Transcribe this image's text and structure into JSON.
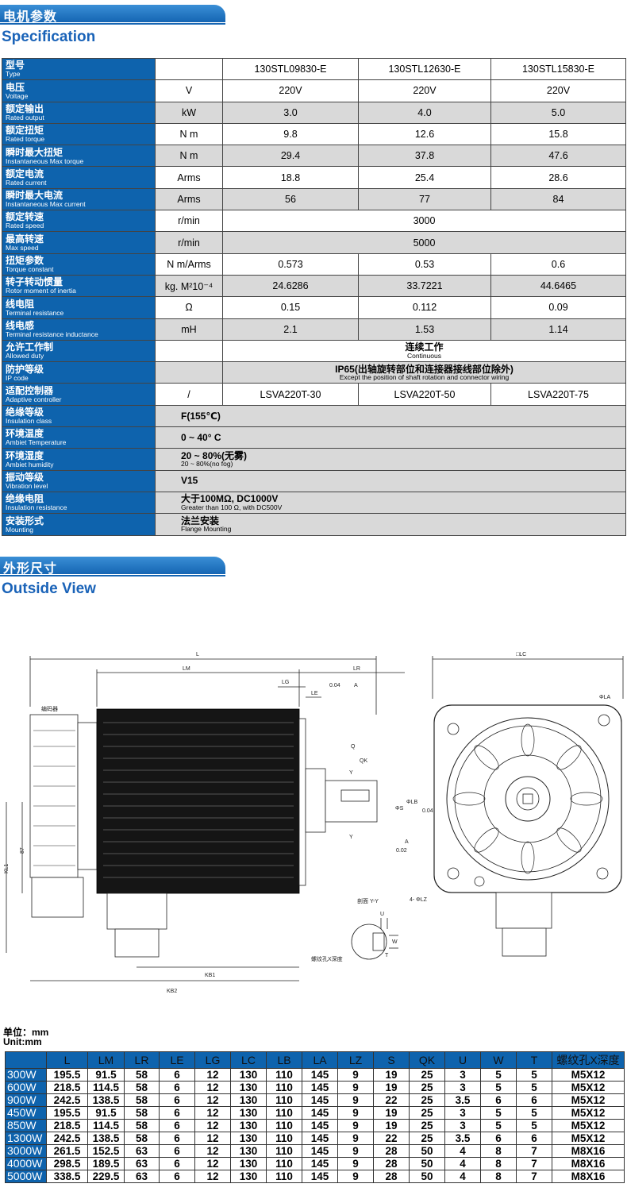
{
  "spec_section": {
    "title_zh": "电机参数",
    "title_en": "Specification"
  },
  "spec_header": {
    "label_zh": "型号",
    "label_en": "Type",
    "models": [
      "130STL09830-E",
      "130STL12630-E",
      "130STL15830-E"
    ]
  },
  "spec_rows": [
    {
      "zh": "电压",
      "en": "Voltage",
      "unit": "V",
      "values": [
        "220V",
        "220V",
        "220V"
      ]
    },
    {
      "zh": "额定输出",
      "en": "Rated output",
      "unit": "kW",
      "values": [
        "3.0",
        "4.0",
        "5.0"
      ]
    },
    {
      "zh": "额定扭矩",
      "en": "Rated torque",
      "unit": "N m",
      "values": [
        "9.8",
        "12.6",
        "15.8"
      ]
    },
    {
      "zh": "瞬时最大扭矩",
      "en": "Instantaneous Max torque",
      "unit": "N m",
      "values": [
        "29.4",
        "37.8",
        "47.6"
      ]
    },
    {
      "zh": "额定电流",
      "en": "Rated current",
      "unit": "Arms",
      "values": [
        "18.8",
        "25.4",
        "28.6"
      ]
    },
    {
      "zh": "瞬时最大电流",
      "en": "Instantaneous Max current",
      "unit": "Arms",
      "values": [
        "56",
        "77",
        "84"
      ]
    },
    {
      "zh": "额定转速",
      "en": "Rated speed",
      "unit": "r/min",
      "span_value": "3000"
    },
    {
      "zh": "最高转速",
      "en": "Max speed",
      "unit": "r/min",
      "span_value": "5000"
    },
    {
      "zh": "扭矩参数",
      "en": "Torque constant",
      "unit": "N m/Arms",
      "values": [
        "0.573",
        "0.53",
        "0.6"
      ]
    },
    {
      "zh": "转子转动惯量",
      "en": "Rotor moment of inertia",
      "unit": "kg. M²10⁻⁴",
      "values": [
        "24.6286",
        "33.7221",
        "44.6465"
      ]
    },
    {
      "zh": "线电阻",
      "en": "Terminal resistance",
      "unit": "Ω",
      "values": [
        "0.15",
        "0.112",
        "0.09"
      ]
    },
    {
      "zh": "线电感",
      "en": "Terminal resistance inductance",
      "unit": "mH",
      "values": [
        "2.1",
        "1.53",
        "1.14"
      ]
    },
    {
      "zh": "允许工作制",
      "en": "Allowed duty",
      "unit": "",
      "span_zh": "连续工作",
      "span_en": "Continuous"
    },
    {
      "zh": "防护等级",
      "en": "IP code",
      "unit": "",
      "span_zh": "IP65(出轴旋转部位和连接器接线部位除外)",
      "span_en": "Except the position of shaft rotation and connector wiring"
    },
    {
      "zh": "适配控制器",
      "en": "Adaptive controller",
      "unit": "/",
      "values": [
        "LSVA220T-30",
        "LSVA220T-50",
        "LSVA220T-75"
      ]
    }
  ],
  "spec_wide_rows": [
    {
      "zh": "绝缘等级",
      "en": "Insulation class",
      "val_zh": "F(155℃)",
      "val_en": ""
    },
    {
      "zh": "环境温度",
      "en": "Ambiet Temperature",
      "val_zh": "0 ~ 40° C",
      "val_en": ""
    },
    {
      "zh": "环境湿度",
      "en": "Ambiet humidity",
      "val_zh": "20 ~ 80%(无雾)",
      "val_en": "20 ~ 80%(no fog)"
    },
    {
      "zh": "振动等级",
      "en": "Vibration level",
      "val_zh": "V15",
      "val_en": ""
    },
    {
      "zh": "绝缘电阻",
      "en": "Insulation resistance",
      "val_zh": "大于100MΩ, DC1000V",
      "val_en": "Greater than 100 Ω, with DC500V"
    },
    {
      "zh": "安装形式",
      "en": "Mounting",
      "val_zh": "法兰安装",
      "val_en": "Flange Mounting"
    }
  ],
  "outside_section": {
    "title_zh": "外形尺寸",
    "title_en": "Outside View"
  },
  "drawing_labels": {
    "L": "L",
    "LM": "LM",
    "LR": "LR",
    "LG": "LG",
    "LE": "LE",
    "Q": "Q",
    "QK": "QK",
    "Y": "Y",
    "KL1": "KL1",
    "87": "87",
    "KB1": "KB1",
    "KB2": "KB2",
    "encoder": "编码器",
    "perp_tol": "0.04",
    "datum_A": "A",
    "runout": "0.02",
    "conc": "0.04",
    "LC": "□LC",
    "LA": "ΦLA",
    "LZ": "4- ΦLZ",
    "section": "剖面 Y-Y",
    "U": "U",
    "W": "W",
    "T": "T",
    "thread": "螺纹孔X深度",
    "dim_s": "ΦS",
    "dim_lb": "ΦLB"
  },
  "unit_label": {
    "zh": "单位：mm",
    "en": "Unit:mm"
  },
  "dims_header": [
    "",
    "L",
    "LM",
    "LR",
    "LE",
    "LG",
    "LC",
    "LB",
    "LA",
    "LZ",
    "S",
    "QK",
    "U",
    "W",
    "T",
    "螺纹孔X深度"
  ],
  "dims_rows": [
    [
      "300W",
      "195.5",
      "91.5",
      "58",
      "6",
      "12",
      "130",
      "110",
      "145",
      "9",
      "19",
      "25",
      "3",
      "5",
      "5",
      "M5X12"
    ],
    [
      "600W",
      "218.5",
      "114.5",
      "58",
      "6",
      "12",
      "130",
      "110",
      "145",
      "9",
      "19",
      "25",
      "3",
      "5",
      "5",
      "M5X12"
    ],
    [
      "900W",
      "242.5",
      "138.5",
      "58",
      "6",
      "12",
      "130",
      "110",
      "145",
      "9",
      "22",
      "25",
      "3.5",
      "6",
      "6",
      "M5X12"
    ],
    [
      "450W",
      "195.5",
      "91.5",
      "58",
      "6",
      "12",
      "130",
      "110",
      "145",
      "9",
      "19",
      "25",
      "3",
      "5",
      "5",
      "M5X12"
    ],
    [
      "850W",
      "218.5",
      "114.5",
      "58",
      "6",
      "12",
      "130",
      "110",
      "145",
      "9",
      "19",
      "25",
      "3",
      "5",
      "5",
      "M5X12"
    ],
    [
      "1300W",
      "242.5",
      "138.5",
      "58",
      "6",
      "12",
      "130",
      "110",
      "145",
      "9",
      "22",
      "25",
      "3.5",
      "6",
      "6",
      "M5X12"
    ],
    [
      "3000W",
      "261.5",
      "152.5",
      "63",
      "6",
      "12",
      "130",
      "110",
      "145",
      "9",
      "28",
      "50",
      "4",
      "8",
      "7",
      "M8X16"
    ],
    [
      "4000W",
      "298.5",
      "189.5",
      "63",
      "6",
      "12",
      "130",
      "110",
      "145",
      "9",
      "28",
      "50",
      "4",
      "8",
      "7",
      "M8X16"
    ],
    [
      "5000W",
      "338.5",
      "229.5",
      "63",
      "6",
      "12",
      "130",
      "110",
      "145",
      "9",
      "28",
      "50",
      "4",
      "8",
      "7",
      "M8X16"
    ]
  ]
}
